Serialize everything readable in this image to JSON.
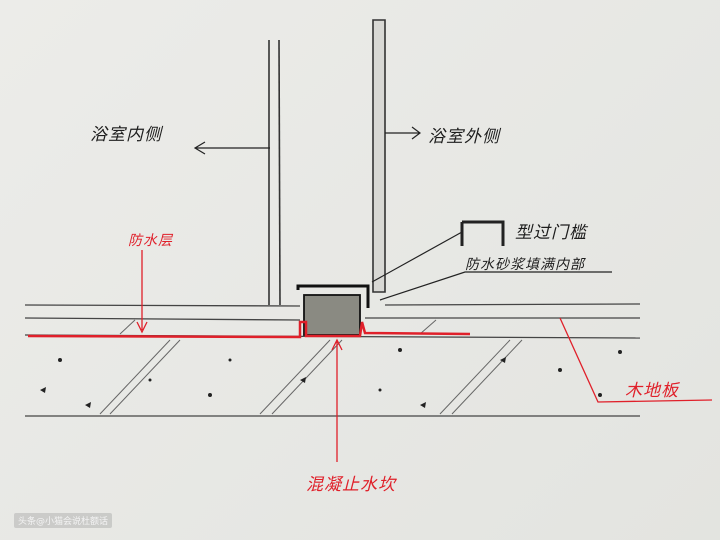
{
  "labels": {
    "bathroom_inside": "浴室内侧",
    "bathroom_outside": "浴室外侧",
    "waterproof_layer": "防水层",
    "threshold": "型过门槛",
    "mortar_fill": "防水砂浆填满内部",
    "wood_floor": "木地板",
    "concrete_curb": "混凝止水坎"
  },
  "watermark": "头条@小猫会说杜额话",
  "colors": {
    "ink": "#1d1d1d",
    "red_ink": "#e0202a",
    "paper": "#e9e9e6"
  }
}
